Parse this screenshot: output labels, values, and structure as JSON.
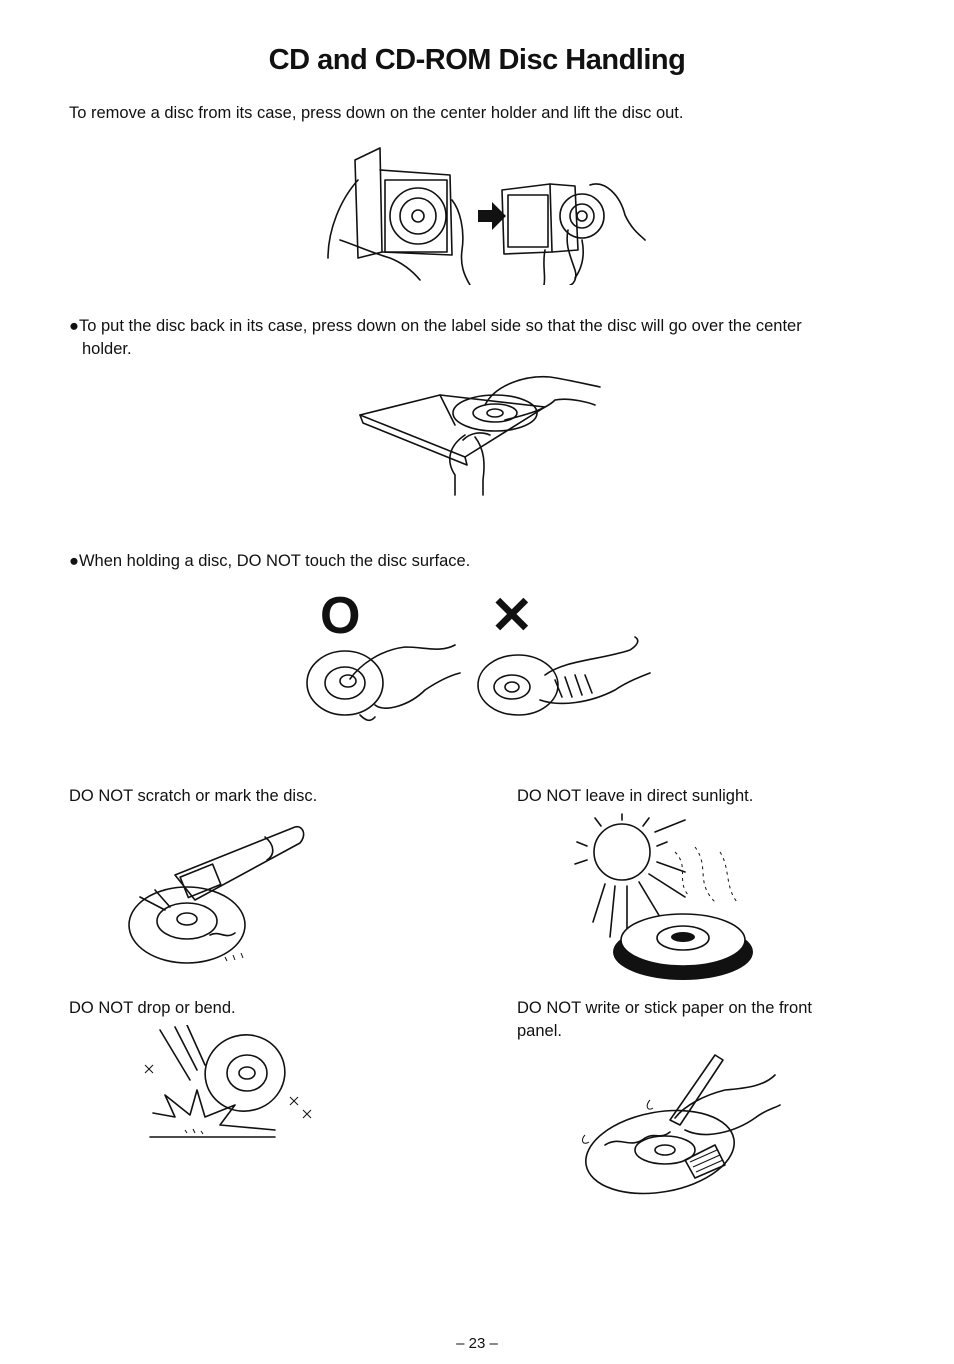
{
  "title": "CD and CD-ROM Disc Handling",
  "intro": "To remove a disc from its case, press down on the center holder and lift the disc out.",
  "put_back": {
    "line1": "●To put the disc back in its case, press down on the label side so that the disc will go over the center",
    "line2": "holder."
  },
  "holding": "●When holding a disc, DO NOT touch the disc surface.",
  "marks": {
    "correct": "O",
    "wrong": "✕"
  },
  "warnings": {
    "scratch": "DO NOT scratch or mark the disc.",
    "sunlight": "DO NOT leave in direct sunlight.",
    "drop": "DO NOT drop or bend.",
    "write_line1": "DO NOT write or stick paper on the front",
    "write_line2": "panel."
  },
  "page_number": "– 23 –"
}
